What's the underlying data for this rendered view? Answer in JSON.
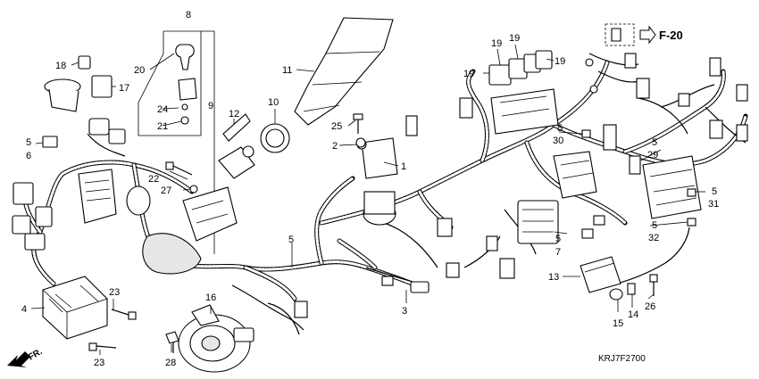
{
  "header": {
    "section_ref": "F-20"
  },
  "footer": {
    "drawing_code": "KRJ7F2700",
    "direction": "FR."
  },
  "callouts": [
    {
      "id": "c1",
      "label": "1"
    },
    {
      "id": "c2",
      "label": "2"
    },
    {
      "id": "c3",
      "label": "3"
    },
    {
      "id": "c4",
      "label": "4"
    },
    {
      "id": "c5a",
      "label": "5"
    },
    {
      "id": "c6",
      "label": "6"
    },
    {
      "id": "c5b",
      "label": "5"
    },
    {
      "id": "c5c",
      "label": "5"
    },
    {
      "id": "c7",
      "label": "7"
    },
    {
      "id": "c5d",
      "label": "5"
    },
    {
      "id": "c30",
      "label": "30"
    },
    {
      "id": "c5e",
      "label": "5"
    },
    {
      "id": "c29",
      "label": "29"
    },
    {
      "id": "c5f",
      "label": "5"
    },
    {
      "id": "c31",
      "label": "31"
    },
    {
      "id": "c5g",
      "label": "5"
    },
    {
      "id": "c32",
      "label": "32"
    },
    {
      "id": "c8",
      "label": "8"
    },
    {
      "id": "c9",
      "label": "9"
    },
    {
      "id": "c10",
      "label": "10"
    },
    {
      "id": "c11",
      "label": "11"
    },
    {
      "id": "c12",
      "label": "12"
    },
    {
      "id": "c13",
      "label": "13"
    },
    {
      "id": "c14",
      "label": "14"
    },
    {
      "id": "c15",
      "label": "15"
    },
    {
      "id": "c16",
      "label": "16"
    },
    {
      "id": "c17",
      "label": "17"
    },
    {
      "id": "c18",
      "label": "18"
    },
    {
      "id": "c19a",
      "label": "19"
    },
    {
      "id": "c19b",
      "label": "19"
    },
    {
      "id": "c19c",
      "label": "19"
    },
    {
      "id": "c19d",
      "label": "19"
    },
    {
      "id": "c20",
      "label": "20"
    },
    {
      "id": "c21",
      "label": "21"
    },
    {
      "id": "c22",
      "label": "22"
    },
    {
      "id": "c23a",
      "label": "23"
    },
    {
      "id": "c23b",
      "label": "23"
    },
    {
      "id": "c24",
      "label": "24"
    },
    {
      "id": "c25",
      "label": "25"
    },
    {
      "id": "c26",
      "label": "26"
    },
    {
      "id": "c27",
      "label": "27"
    },
    {
      "id": "c28",
      "label": "28"
    }
  ]
}
